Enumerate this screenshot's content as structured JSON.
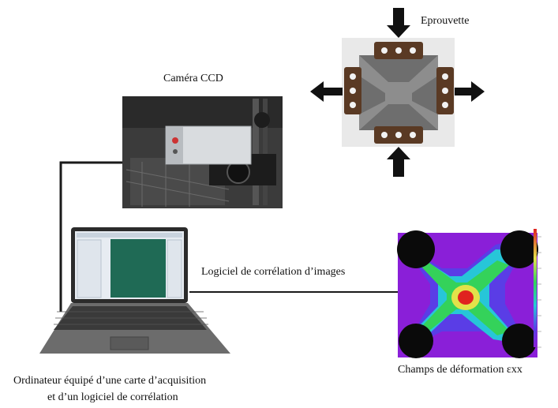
{
  "labels": {
    "specimen": "Eprouvette",
    "camera": "Caméra CCD",
    "software": "Logiciel de corrélation d’images",
    "field": "Champs de déformation εxx",
    "computer_line1": "Ordinateur équipé d’une carte d’acquisition",
    "computer_line2": "et d’un logiciel de corrélation"
  },
  "colors": {
    "line": "#1a1a1a",
    "specimen_plate": "#6e6e6e",
    "specimen_grip": "#5a3a24",
    "field_outer": "#8a1fd8",
    "field_cyan": "#27c6d8",
    "field_green": "#34d25a",
    "field_red": "#e0221f",
    "camera_body": "#d9dcdf",
    "laptop_screen": "#1f6a55"
  },
  "icons": [
    "arrow-up-icon",
    "arrow-down-icon",
    "arrow-left-icon",
    "arrow-right-icon"
  ]
}
